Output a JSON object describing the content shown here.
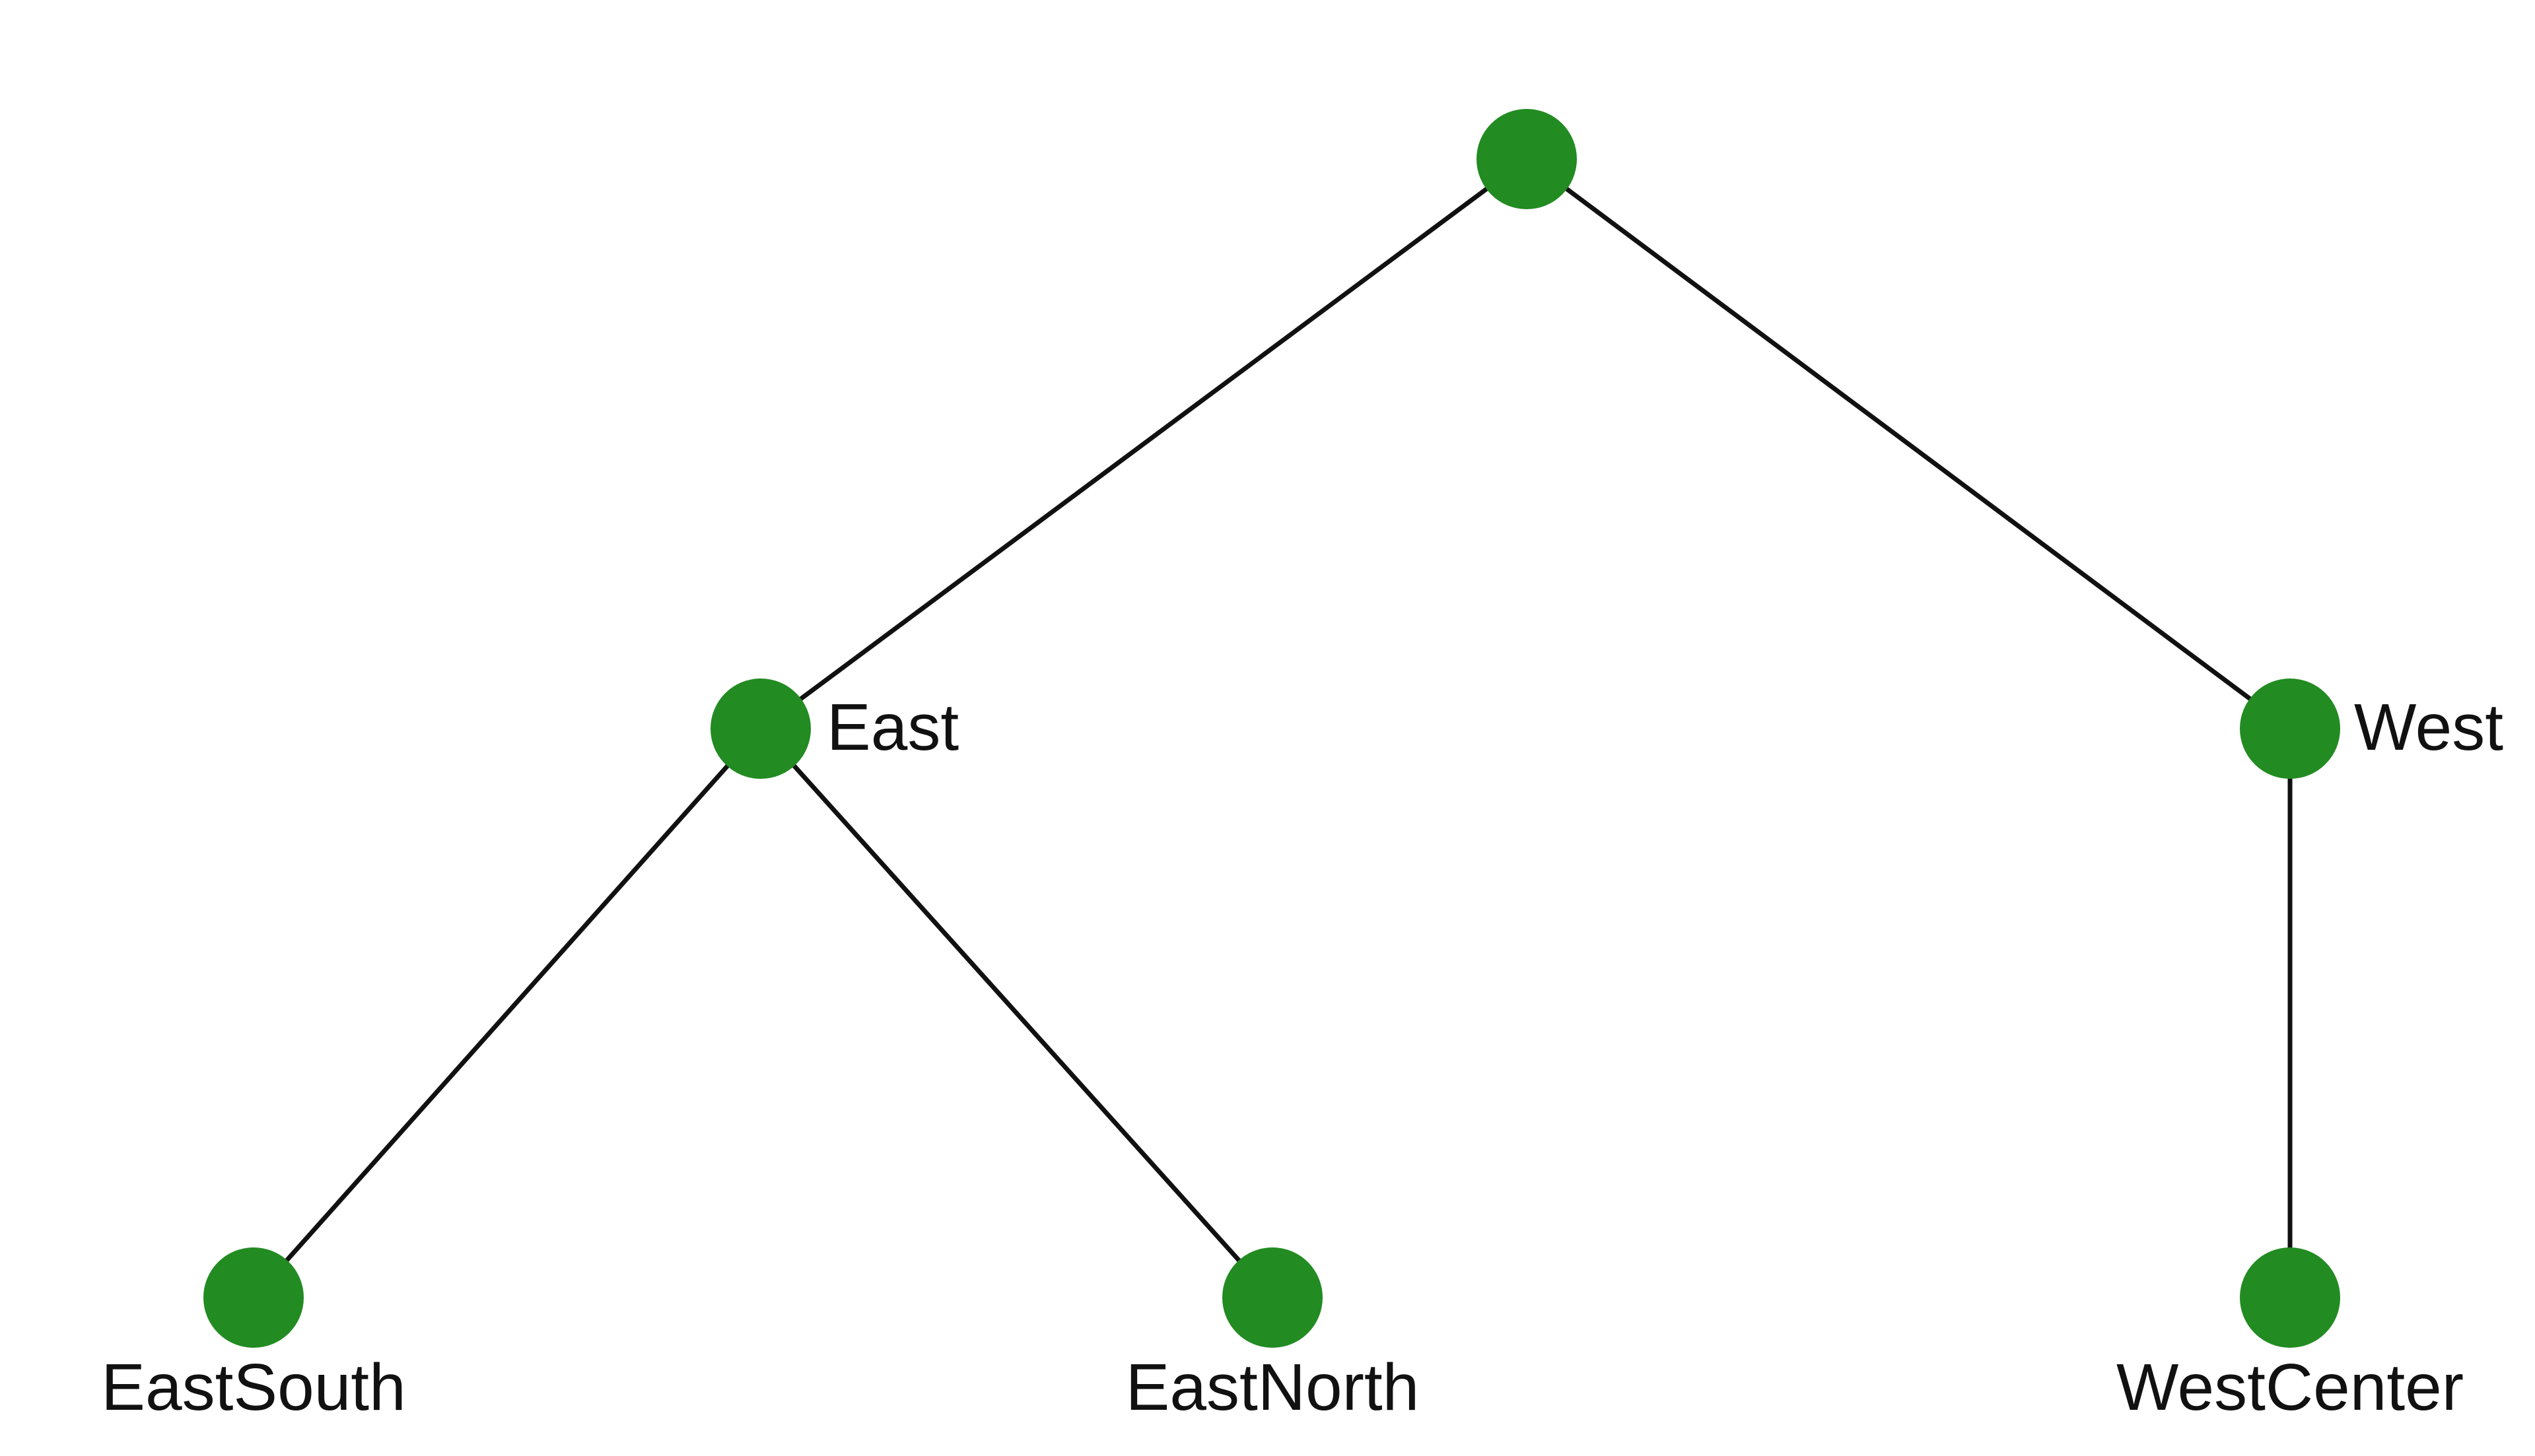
{
  "diagram": {
    "node_color": "#228B22",
    "edge_color": "#111111",
    "nodes": {
      "root": {
        "label": ""
      },
      "east": {
        "label": "East"
      },
      "west": {
        "label": "West"
      },
      "east_south": {
        "label": "EastSouth"
      },
      "east_north": {
        "label": "EastNorth"
      },
      "west_center": {
        "label": "WestCenter"
      }
    },
    "edges": [
      {
        "from": "root",
        "to": "east"
      },
      {
        "from": "root",
        "to": "west"
      },
      {
        "from": "east",
        "to": "east_south"
      },
      {
        "from": "east",
        "to": "east_north"
      },
      {
        "from": "west",
        "to": "west_center"
      }
    ]
  }
}
